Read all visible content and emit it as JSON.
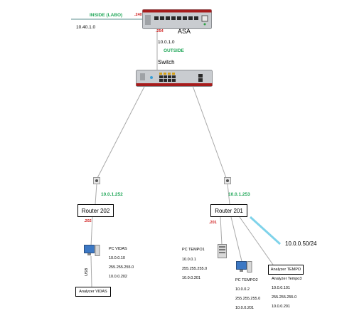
{
  "labels": {
    "inside_label": "INSIDE (LABO)",
    "inside_net": "10.40.1.0",
    "asa_inside_ip": ".240",
    "asa_name": "ASA",
    "asa_outside_ip": ".254",
    "outside_net": "10.0.1.0",
    "outside_label": "OUTSIDE",
    "switch_name": "Switch",
    "r202_ip": "10.0.1.252",
    "r201_ip": "10.0.1.253",
    "r202_lan_ip": ".202",
    "r201_lan_ip": ".201",
    "remote_net": "10.0.0.50/24",
    "usb_label": "USB"
  },
  "routers": {
    "r202": "Router 202",
    "r201": "Router 201"
  },
  "analyzers": {
    "vidas": "Analyzer VIDAS",
    "tempo": "Analyzer TEMPO"
  },
  "hosts": {
    "pc_vidas": {
      "name": "PC VIDAS",
      "ip": "10.0.0.10",
      "mask": "255.255.255.0",
      "gw": "10.0.0.202"
    },
    "pc_tempo1": {
      "name": "PC TEMPO1",
      "ip": "10.0.0.1",
      "mask": "255.255.255.0",
      "gw": "10.0.0.201"
    },
    "pc_tempo2": {
      "name": "PC TEMPO2",
      "ip": "10.0.0.2",
      "mask": "255.255.255.0",
      "gw": "10.0.0.201"
    },
    "analyzer_tempo3": {
      "name": "Analyzer Tempo3",
      "ip": "10.0.0.101",
      "mask": "255.255.255.0",
      "gw": "10.0.0.201"
    }
  },
  "colors": {
    "link_green": "#23a85a",
    "ip_red": "#d01f1f",
    "link_cyan": "#7fd3ea",
    "link_grey": "#a9a9a9",
    "device_body": "#c9ccd0"
  }
}
